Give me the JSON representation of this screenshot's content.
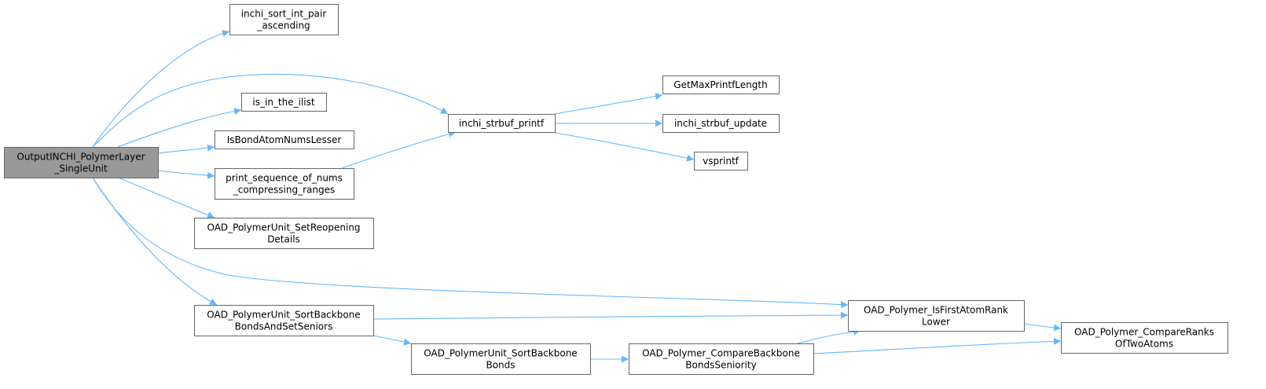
{
  "nodes": [
    {
      "id": "root",
      "lines": [
        "OutputINCHI_PolymerLayer",
        "_SingleUnit"
      ],
      "root": true
    },
    {
      "id": "sort_int_pair",
      "lines": [
        "inchi_sort_int_pair",
        "_ascending"
      ]
    },
    {
      "id": "strbuf_printf",
      "lines": [
        "inchi_strbuf_printf"
      ]
    },
    {
      "id": "is_in_ilist",
      "lines": [
        "is_in_the_ilist"
      ]
    },
    {
      "id": "bond_atom_lesser",
      "lines": [
        "IsBondAtomNumsLesser"
      ]
    },
    {
      "id": "print_seq",
      "lines": [
        "print_sequence_of_nums",
        "_compressing_ranges"
      ]
    },
    {
      "id": "set_reopening",
      "lines": [
        "OAD_PolymerUnit_SetReopening",
        "Details"
      ]
    },
    {
      "id": "sort_backbone_seniors",
      "lines": [
        "OAD_PolymerUnit_SortBackbone",
        "BondsAndSetSeniors"
      ]
    },
    {
      "id": "get_max_printf",
      "lines": [
        "GetMaxPrintfLength"
      ]
    },
    {
      "id": "strbuf_update",
      "lines": [
        "inchi_strbuf_update"
      ]
    },
    {
      "id": "vsprintf",
      "lines": [
        "vsprintf"
      ]
    },
    {
      "id": "first_atom_rank",
      "lines": [
        "OAD_Polymer_IsFirstAtomRank",
        "Lower"
      ]
    },
    {
      "id": "sort_backbone_bonds",
      "lines": [
        "OAD_PolymerUnit_SortBackbone",
        "Bonds"
      ]
    },
    {
      "id": "compare_backbone",
      "lines": [
        "OAD_Polymer_CompareBackbone",
        "BondsSeniority"
      ]
    },
    {
      "id": "compare_ranks",
      "lines": [
        "OAD_Polymer_CompareRanks",
        "OfTwoAtoms"
      ]
    }
  ],
  "edges": [
    {
      "from": "root",
      "to": "sort_int_pair"
    },
    {
      "from": "root",
      "to": "strbuf_printf"
    },
    {
      "from": "root",
      "to": "is_in_ilist"
    },
    {
      "from": "root",
      "to": "bond_atom_lesser"
    },
    {
      "from": "root",
      "to": "print_seq"
    },
    {
      "from": "root",
      "to": "set_reopening"
    },
    {
      "from": "root",
      "to": "sort_backbone_seniors"
    },
    {
      "from": "root",
      "to": "first_atom_rank"
    },
    {
      "from": "print_seq",
      "to": "strbuf_printf"
    },
    {
      "from": "strbuf_printf",
      "to": "get_max_printf"
    },
    {
      "from": "strbuf_printf",
      "to": "strbuf_update"
    },
    {
      "from": "strbuf_printf",
      "to": "vsprintf"
    },
    {
      "from": "sort_backbone_seniors",
      "to": "first_atom_rank"
    },
    {
      "from": "sort_backbone_seniors",
      "to": "sort_backbone_bonds"
    },
    {
      "from": "sort_backbone_bonds",
      "to": "compare_backbone"
    },
    {
      "from": "compare_backbone",
      "to": "first_atom_rank"
    },
    {
      "from": "compare_backbone",
      "to": "compare_ranks"
    },
    {
      "from": "first_atom_rank",
      "to": "compare_ranks"
    }
  ],
  "colors": {
    "edge": "#63b8ff",
    "node_border": "#666666",
    "root_fill": "#999999",
    "node_fill": "#ffffff"
  }
}
